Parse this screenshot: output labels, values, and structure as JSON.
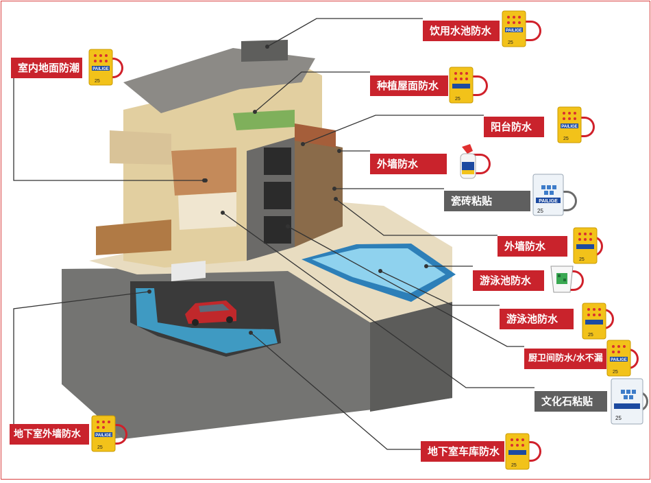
{
  "brand": "PAILIGE",
  "bag_weight": "25",
  "colors": {
    "label_red": "#c9232c",
    "label_gray": "#5f5f5f",
    "bag_yellow": "#f2c21a",
    "bag_blue_white": "#eef3f8"
  },
  "labels": {
    "indoor_floor": "室内地面防潮",
    "drinking_pool": "饮用水池防水",
    "roof_garden": "种植屋面防水",
    "balcony": "阳台防水",
    "outer_wall_1": "外墙防水",
    "tile_bonding": "瓷砖粘贴",
    "outer_wall_2": "外墙防水",
    "pool_1": "游泳池防水",
    "pool_2": "游泳池防水",
    "kitchen_bath": "厨卫间防水/水不漏",
    "culture_stone": "文化石粘贴",
    "basement_wall": "地下室外墙防水",
    "basement_garage": "地下室车库防水"
  }
}
